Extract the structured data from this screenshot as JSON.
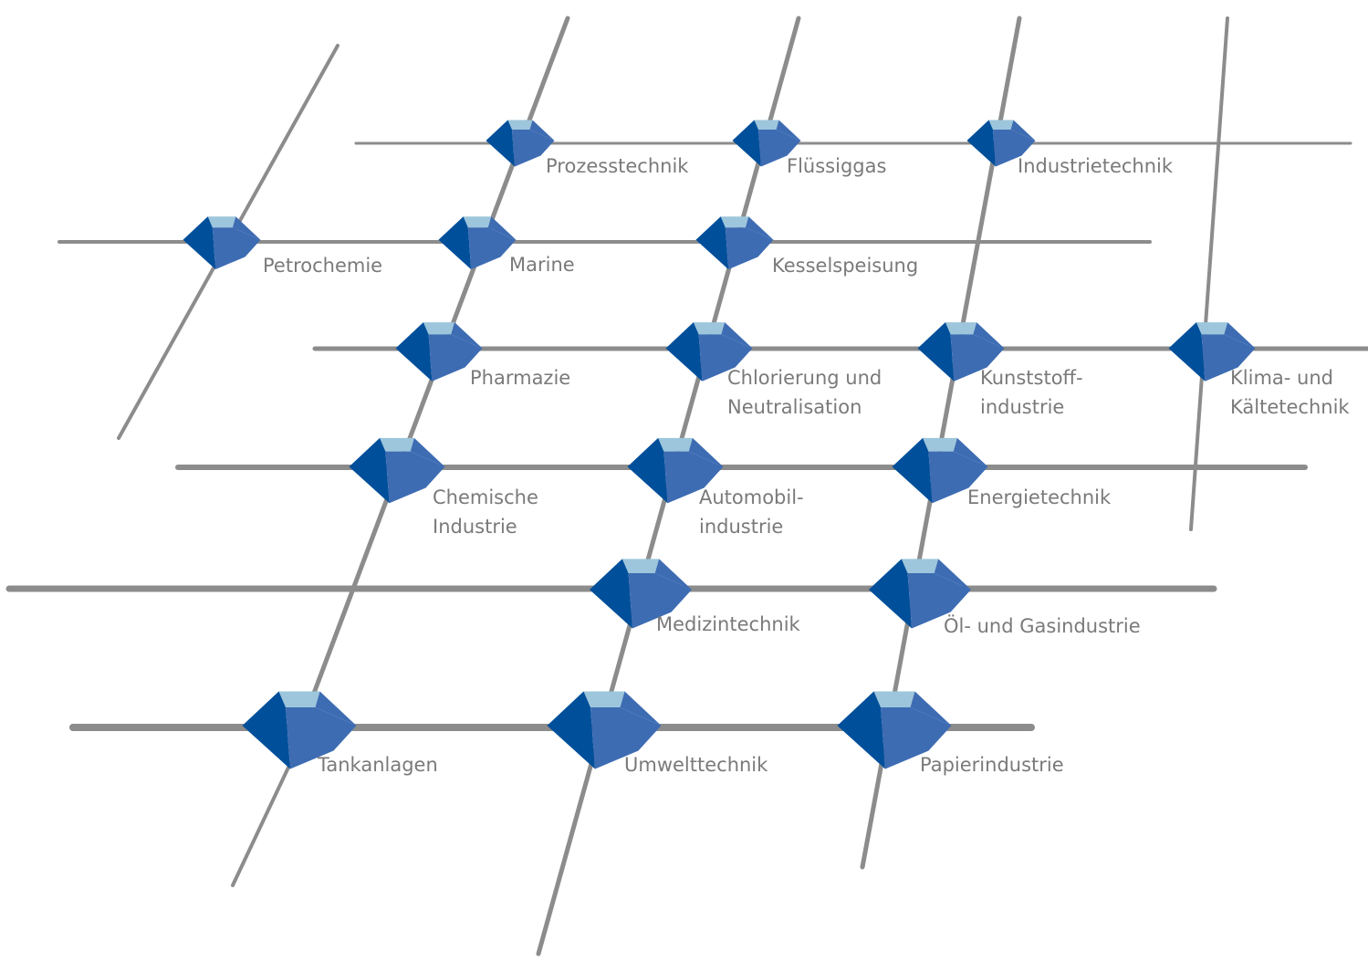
{
  "industries": [
    {
      "id": "prozesstechnik",
      "lines": [
        "Prozesstechnik"
      ]
    },
    {
      "id": "fluessiggas",
      "lines": [
        "Flüssiggas"
      ]
    },
    {
      "id": "industrietechnik",
      "lines": [
        "Industrietechnik"
      ]
    },
    {
      "id": "petrochemie",
      "lines": [
        "Petrochemie"
      ]
    },
    {
      "id": "marine",
      "lines": [
        "Marine"
      ]
    },
    {
      "id": "kesselspeisung",
      "lines": [
        "Kesselspeisung"
      ]
    },
    {
      "id": "pharmazie",
      "lines": [
        "Pharmazie"
      ]
    },
    {
      "id": "chlorierung",
      "lines": [
        "Chlorierung und",
        "Neutralisation"
      ]
    },
    {
      "id": "kunststoff",
      "lines": [
        "Kunststoff-",
        "industrie"
      ]
    },
    {
      "id": "klima",
      "lines": [
        "Klima- und",
        "Kältetechnik"
      ]
    },
    {
      "id": "chemische",
      "lines": [
        "Chemische",
        "Industrie"
      ]
    },
    {
      "id": "automobil",
      "lines": [
        "Automobil-",
        "industrie"
      ]
    },
    {
      "id": "energietechnik",
      "lines": [
        "Energietechnik"
      ]
    },
    {
      "id": "medizintechnik",
      "lines": [
        "Medizintechnik"
      ]
    },
    {
      "id": "oelgas",
      "lines": [
        "Öl- und Gasindustrie"
      ]
    },
    {
      "id": "tankanlagen",
      "lines": [
        "Tankanlagen"
      ]
    },
    {
      "id": "umwelttechnik",
      "lines": [
        "Umwelttechnik"
      ]
    },
    {
      "id": "papierindustrie",
      "lines": [
        "Papierindustrie"
      ]
    }
  ],
  "colors": {
    "line": "#8c8c8c",
    "node_top": "#9dc6dc",
    "node_dark": "#004f9a",
    "node_mid": "#3d6cb3",
    "label": "#7a7a7a"
  }
}
